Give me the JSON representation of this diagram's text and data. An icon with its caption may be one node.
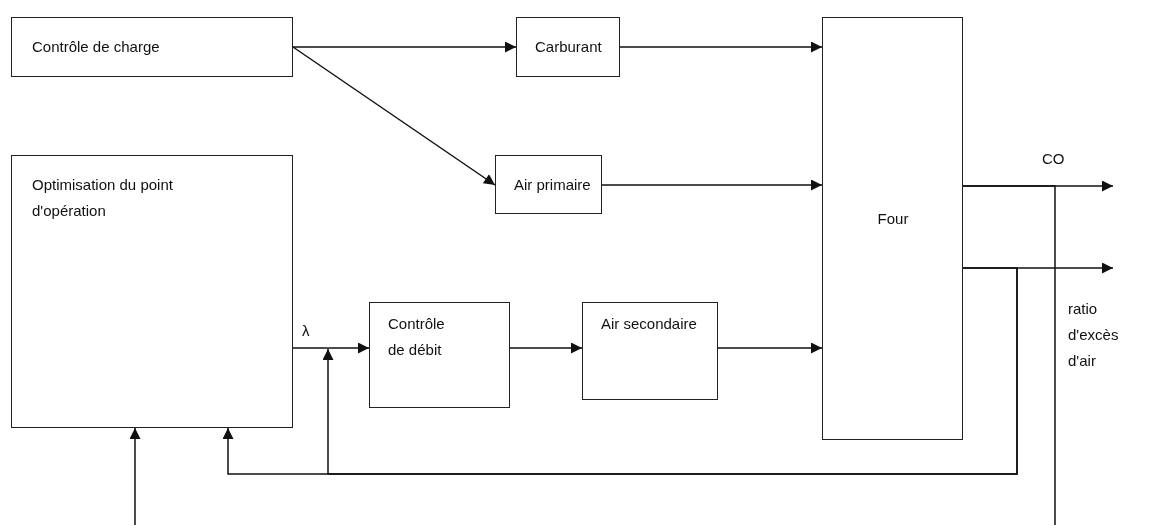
{
  "diagram": {
    "nodes": [
      {
        "text": [
          "Contrôle de charge"
        ]
      },
      {
        "text": [
          "Carburant"
        ]
      },
      {
        "text": [
          "Optimisation  du point d'opération"
        ]
      },
      {
        "text": [
          "Air primaire"
        ]
      },
      {
        "text": [
          "Four"
        ]
      },
      {
        "text": [
          "Contrôle de débit"
        ]
      },
      {
        "text": [
          "Air secondaire"
        ]
      }
    ],
    "edges": [
      {
        "from": 0,
        "to": 1,
        "arrow": "to"
      },
      {
        "from": 0,
        "to": 3,
        "arrow": "to"
      },
      {
        "from": 1,
        "to": 4,
        "arrow": "to"
      },
      {
        "from": 3,
        "to": 4,
        "arrow": "to"
      },
      {
        "from": 4,
        "to": null,
        "arrow": "to",
        "label": "CO"
      },
      {
        "from": 4,
        "to": null,
        "arrow": "to"
      },
      {
        "from": 2,
        "to": 5,
        "arrow": "to",
        "label": "λ"
      },
      {
        "from": 5,
        "to": 6,
        "arrow": "to"
      },
      {
        "from": 6,
        "to": 4,
        "arrow": "to"
      },
      {
        "from": null,
        "to": 2,
        "arrow": "to"
      },
      {
        "from": 4,
        "to": null,
        "arrow": "to"
      },
      {
        "from": 4,
        "to": null,
        "arrow": "none"
      },
      {
        "from": null,
        "to": 2,
        "arrow": "to"
      }
    ],
    "labels": [
      "ratio d'excès d'air"
    ]
  }
}
